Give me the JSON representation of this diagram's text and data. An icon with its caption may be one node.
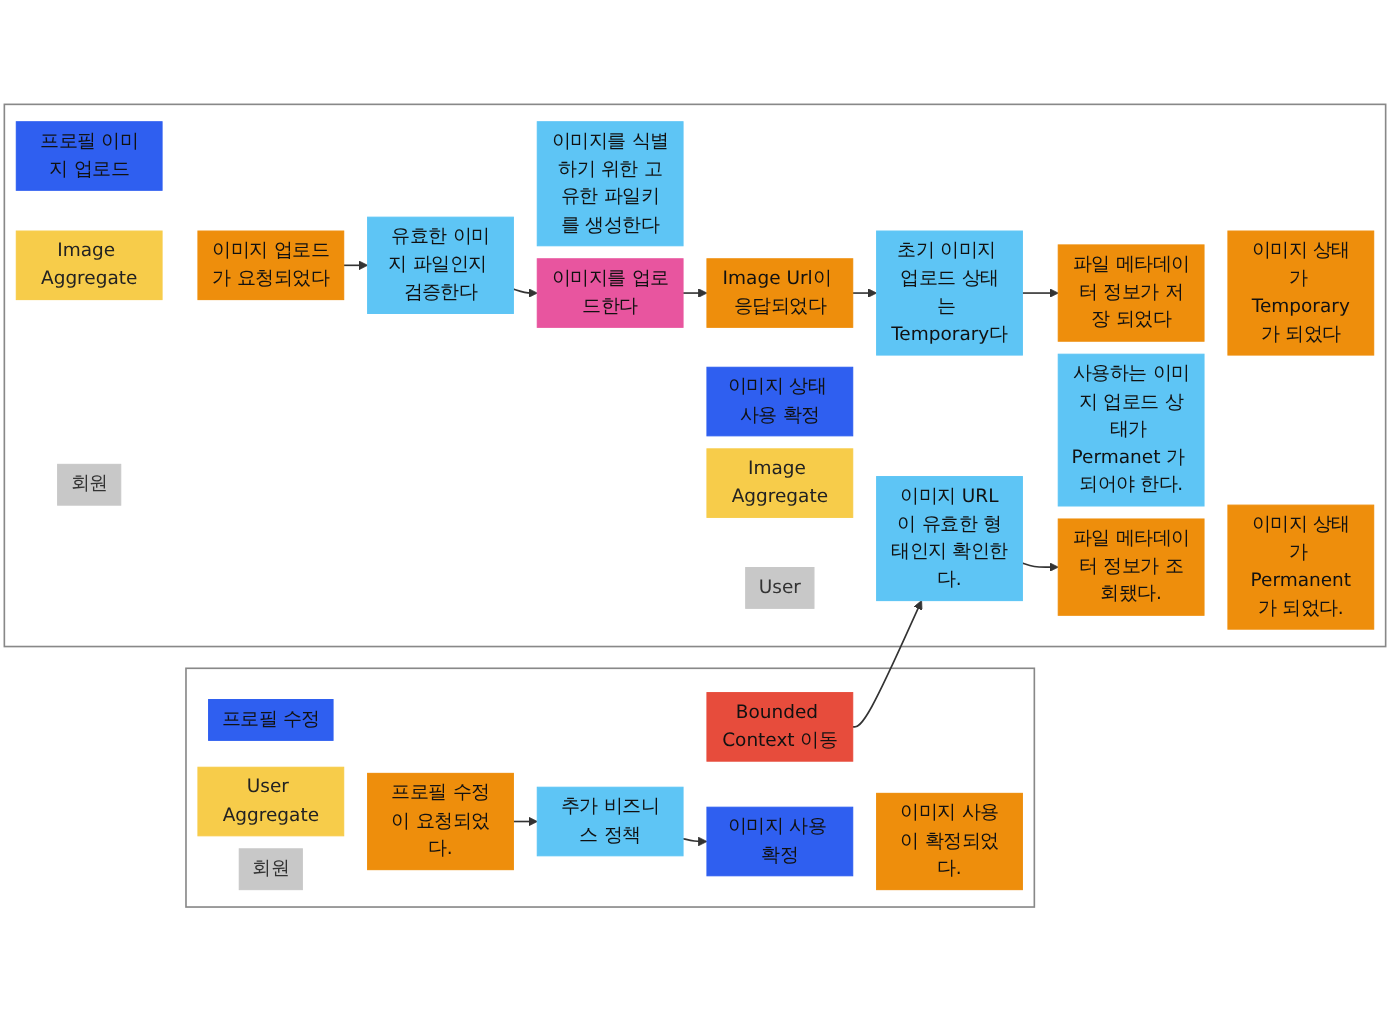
{
  "diagram": {
    "nodes": [
      {
        "text": [],
        "shape": "box"
      },
      {
        "text": [
          "Image Aggregate"
        ],
        "in": 0
      },
      {
        "text": [
          "프로필 이미지 업로드"
        ],
        "in": 0
      },
      {
        "text": [
          "회원"
        ],
        "in": 0
      },
      {
        "text": [
          "이미지 업로드가 요청되었다"
        ],
        "in": 0
      },
      {
        "text": [
          "유효한 이미지 파일인지 검증한다"
        ],
        "in": 0
      },
      {
        "text": [
          "이미지를 식별하기 위한 고유한 파일키를 생성한다"
        ],
        "in": 0
      },
      {
        "text": [
          "이미지를 업로드한다"
        ],
        "in": 0
      },
      {
        "text": [
          "Image Url이 응답되었다"
        ],
        "in": 0
      },
      {
        "text": [
          "초기 이미지 업로드 상태는 Temporary다"
        ],
        "in": 0
      },
      {
        "text": [
          "파일 메타데이터 정보가 저장 되었다"
        ],
        "in": 0
      },
      {
        "text": [
          "이미지 상태가 Temporary가 되었다"
        ],
        "in": 0
      },
      {
        "text": [
          "Image Aggregate"
        ],
        "in": 0
      },
      {
        "text": [
          "이미지 상태 사용 확정"
        ],
        "in": 0
      },
      {
        "text": [
          "User"
        ],
        "in": 0
      },
      {
        "text": [
          "이미지 URL이 유효한 형태인지 확인한다."
        ],
        "in": 0
      },
      {
        "text": [
          "사용하는 이미지 업로드 상태가 Permanet 가 되어야 한다."
        ],
        "in": 0
      },
      {
        "text": [
          "파일 메타데이터 정보가 조회됐다."
        ],
        "in": 0
      },
      {
        "text": [
          "이미지 상태가 Permanent가 되었다."
        ],
        "in": 0
      },
      {
        "text": [],
        "shape": "box"
      },
      {
        "text": [
          "User Aggregate"
        ],
        "in": 19
      },
      {
        "text": [
          "프로필 수정"
        ],
        "in": 19
      },
      {
        "text": [
          "회원"
        ],
        "in": 19
      },
      {
        "text": [
          "프로필 수정이 요청되었다."
        ],
        "in": 19
      },
      {
        "text": [
          "추가 비즈니스 정책"
        ],
        "in": 19
      },
      {
        "text": [
          "Bounded Context 이동"
        ],
        "in": 19
      },
      {
        "text": [
          "이미지 사용 확정"
        ],
        "in": 19
      },
      {
        "text": [
          "이미지 사용이 확정되었다."
        ],
        "in": 19
      }
    ],
    "edges": [
      {
        "from": 4,
        "to": 5,
        "arrow": "to"
      },
      {
        "from": 5,
        "to": 7,
        "arrow": "to"
      },
      {
        "from": 7,
        "to": 8,
        "arrow": "to"
      },
      {
        "from": 8,
        "to": 9,
        "arrow": "to"
      },
      {
        "from": 9,
        "to": 10,
        "arrow": "to"
      },
      {
        "from": 15,
        "to": 17,
        "arrow": "to"
      },
      {
        "from": 25,
        "to": 15,
        "arrow": "to"
      },
      {
        "from": 23,
        "to": 24,
        "arrow": "to"
      },
      {
        "from": 24,
        "to": 26,
        "arrow": "to"
      }
    ]
  }
}
